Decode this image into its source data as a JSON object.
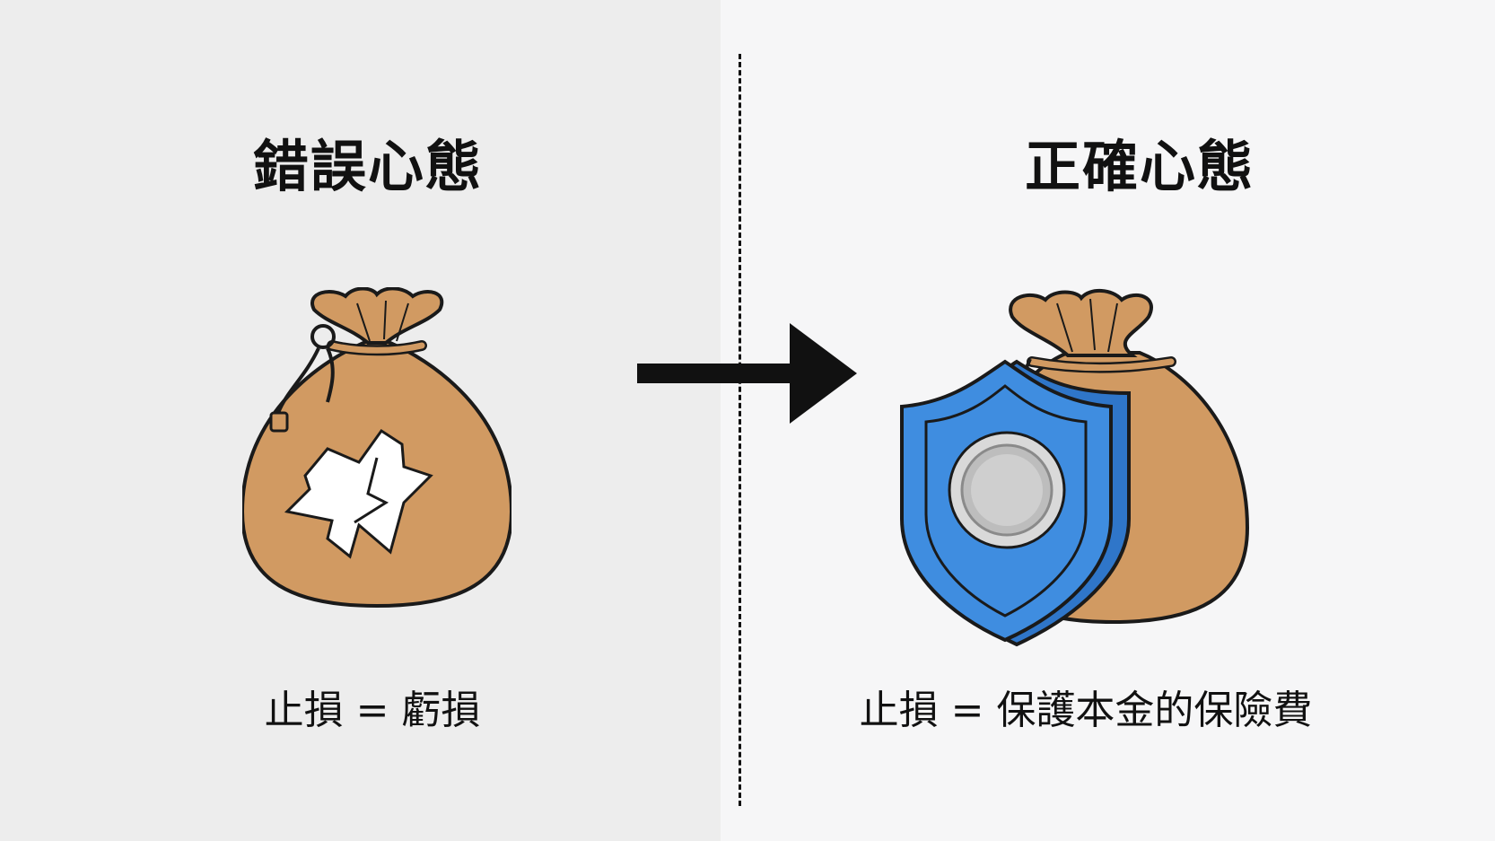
{
  "left": {
    "title": "錯誤心態",
    "caption": "止損 = 虧損",
    "icon": "broken-money-bag-icon"
  },
  "right": {
    "title": "正確心態",
    "caption": "止損 = 保護本金的保險費",
    "icon": "shield-protected-money-bag-icon"
  },
  "arrow": {
    "icon": "right-arrow-icon"
  },
  "colors": {
    "bag": "#d19a62",
    "shield": "#3f8de0",
    "outline": "#1a1a1a",
    "left_bg": "#ededed",
    "right_bg": "#f6f6f7"
  }
}
